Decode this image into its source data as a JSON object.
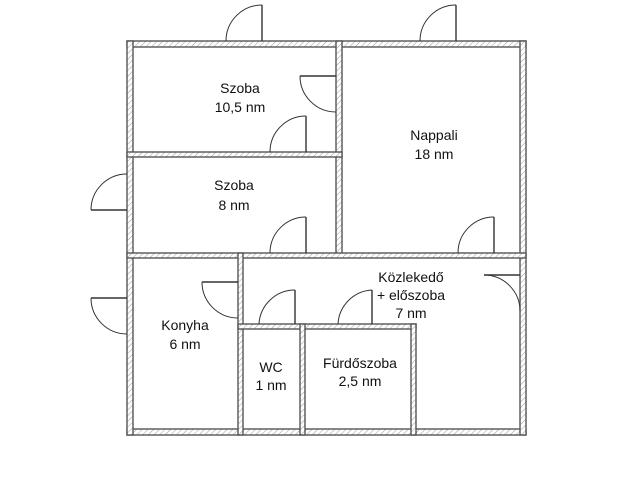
{
  "floor_plan": {
    "rooms": [
      {
        "id": "szoba-1",
        "name": "Szoba",
        "area": "10,5 nm"
      },
      {
        "id": "nappali",
        "name": "Nappali",
        "area": "18 nm"
      },
      {
        "id": "szoba-2",
        "name": "Szoba",
        "area": "8 nm"
      },
      {
        "id": "konyha",
        "name": "Konyha",
        "area": "6 nm"
      },
      {
        "id": "kozlekedo",
        "name": "Közlekedő",
        "name2": "+ előszoba",
        "area": "7 nm"
      },
      {
        "id": "wc",
        "name": "WC",
        "area": "1 nm"
      },
      {
        "id": "furdoszoba",
        "name": "Fürdőszoba",
        "area": "2,5 nm"
      }
    ]
  }
}
